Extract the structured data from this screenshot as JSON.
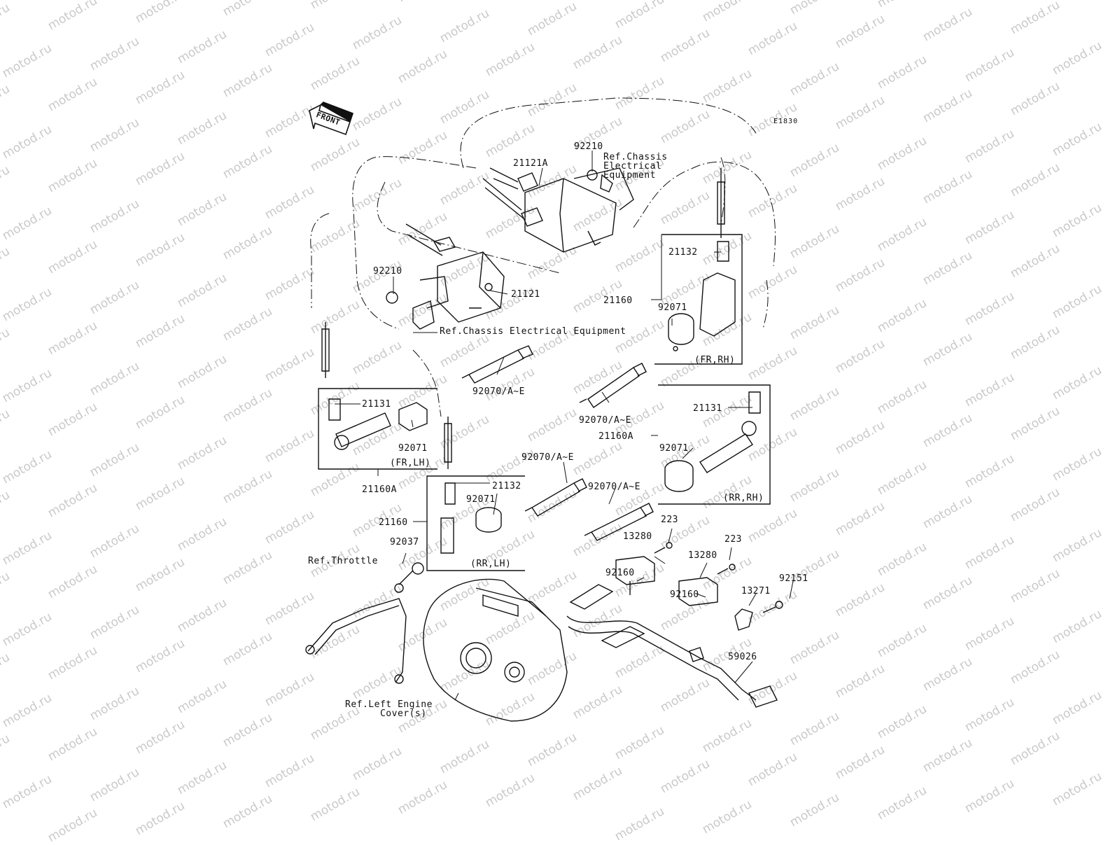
{
  "diagram_code": "E1830",
  "front_label": "FRONT",
  "watermark": "motod.ru",
  "labels": {
    "p92210_top": "92210",
    "p21121A": "21121A",
    "ref_chassis_top": "Ref.Chassis\nElectrical\nEquipment",
    "p92210_left": "92210",
    "p21121": "21121",
    "ref_chassis_mid": "Ref.Chassis Electrical Equipment",
    "p21132_fr": "21132",
    "p21160_fr": "21160",
    "p92071_fr": "92071",
    "fr_rh": "(FR,RH)",
    "p92070_a": "92070/A~E",
    "p92070_b": "92070/A~E",
    "p21131_fl": "21131",
    "p92071_fl": "92071",
    "fr_lh": "(FR,LH)",
    "p21160A_fl": "21160A",
    "p21131_rr": "21131",
    "p21160A_rr": "21160A",
    "p92071_rr": "92071",
    "rr_rh": "(RR,RH)",
    "p92070_c": "92070/A~E",
    "p92070_d": "92070/A~E",
    "p21132_rl": "21132",
    "p92071_rl": "92071",
    "p21160_rl": "21160",
    "rr_lh": "(RR,LH)",
    "p92037": "92037",
    "ref_throttle": "Ref.Throttle",
    "p223_a": "223",
    "p13280_a": "13280",
    "p223_b": "223",
    "p13280_b": "13280",
    "p92160_a": "92160",
    "p92160_b": "92160",
    "p92151": "92151",
    "p13271": "13271",
    "p59026": "59026",
    "ref_left_engine": "Ref.Left Engine\n      Cover(s)"
  }
}
